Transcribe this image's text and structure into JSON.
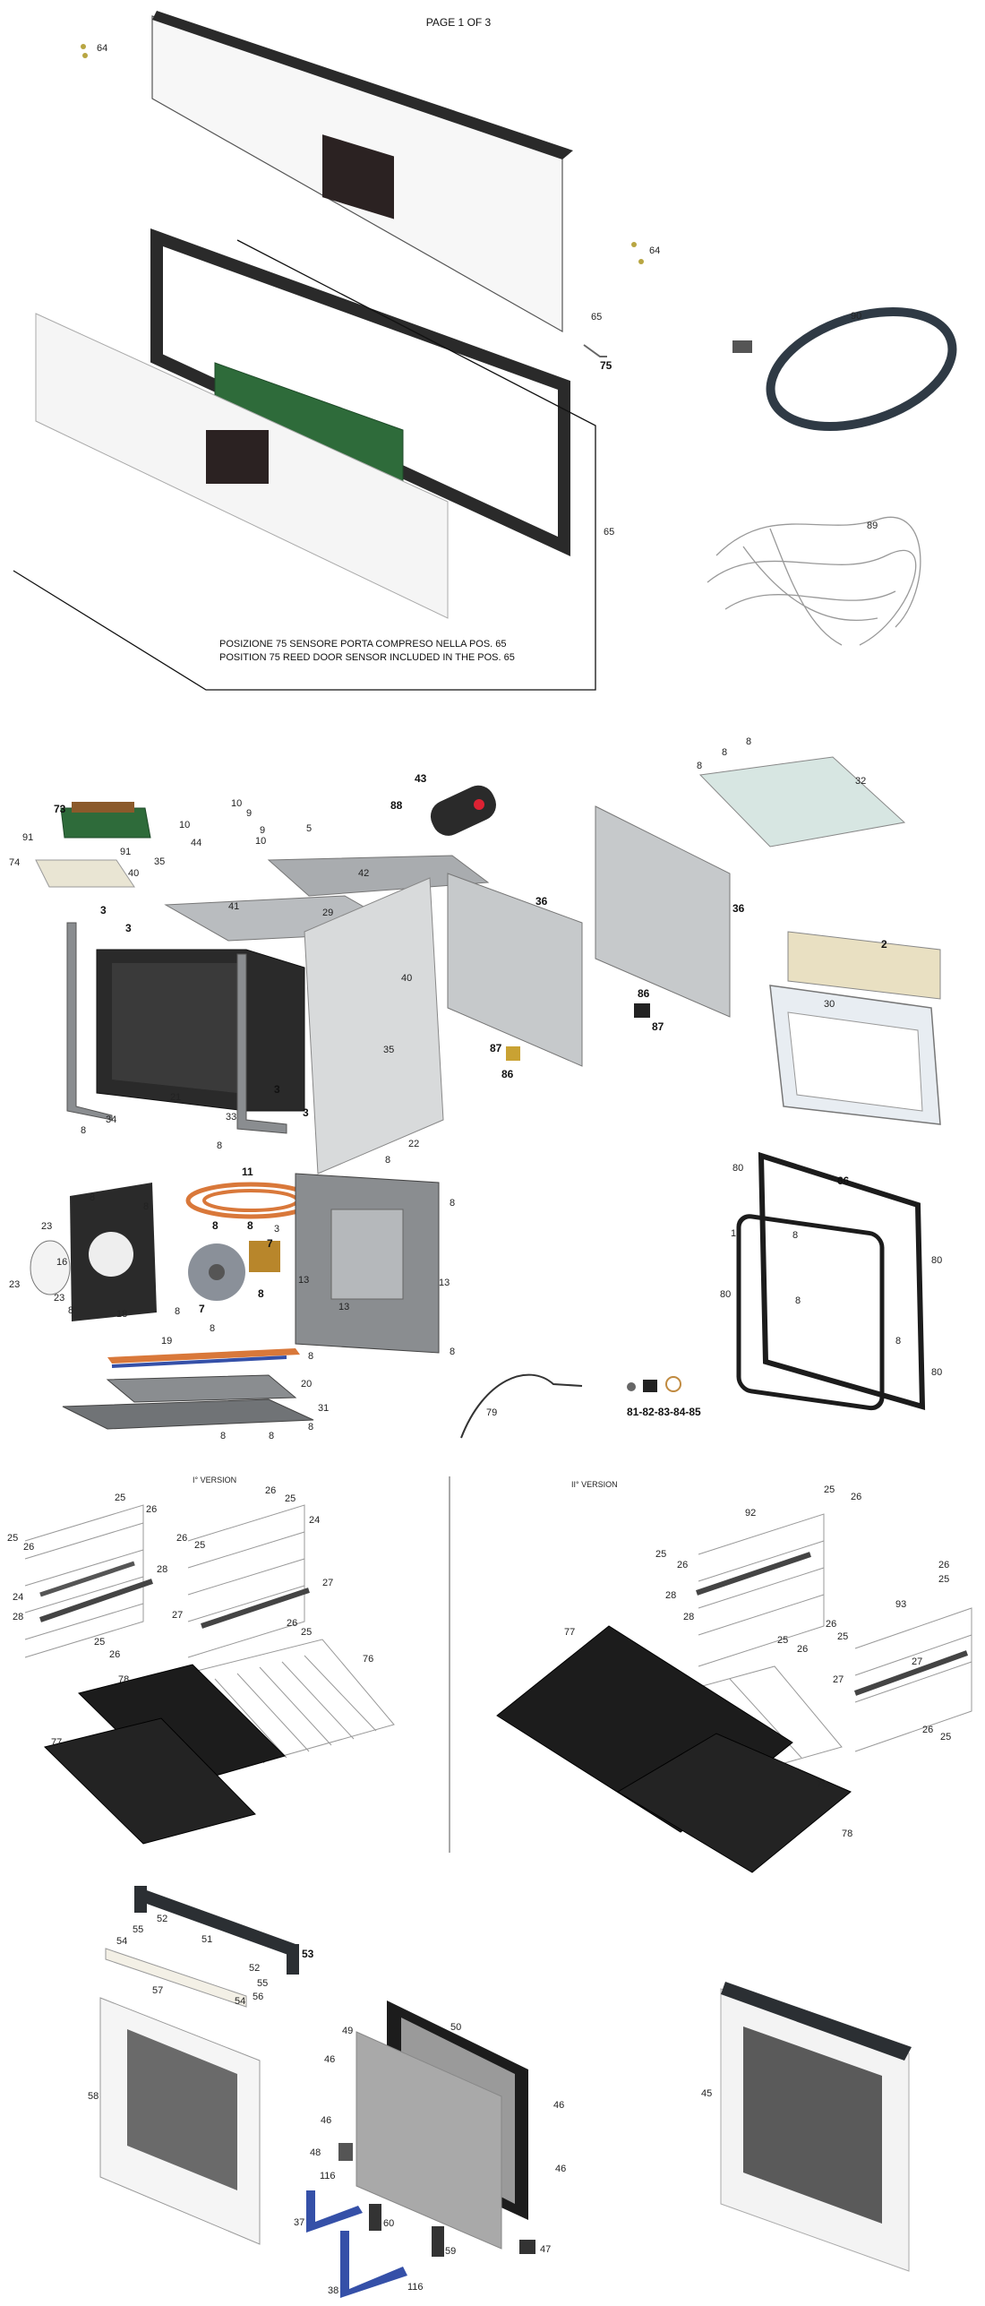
{
  "header": {
    "page_label": "PAGE 1 OF 3"
  },
  "notes": {
    "it_line": "POSIZIONE 75  SENSORE PORTA        COMPRESO  NELLA POS. 65",
    "en_line": "POSITION  75  REED DOOR SENSOR         INCLUDED IN THE POS. 65"
  },
  "versions": {
    "first": "I° VERSION",
    "second": "II° VERSION"
  },
  "parts": {
    "p1": "1",
    "p2": "2",
    "p3": "3",
    "p5": "5",
    "p7": "7",
    "p8": "8",
    "p9": "9",
    "p10": "10",
    "p11": "11",
    "p13": "13",
    "p16": "16",
    "p18": "18",
    "p19": "19",
    "p20": "20",
    "p21": "21",
    "p22": "22",
    "p23": "23",
    "p24": "24",
    "p25": "25",
    "p26": "26",
    "p27": "27",
    "p28": "28",
    "p29": "29",
    "p30": "30",
    "p31": "31",
    "p32": "32",
    "p33": "33",
    "p34": "34",
    "p35": "35",
    "p36": "36",
    "p37": "37",
    "p38": "38",
    "p40": "40",
    "p41": "41",
    "p42": "42",
    "p43": "43",
    "p44": "44",
    "p45": "45",
    "p46": "46",
    "p47": "47",
    "p48": "48",
    "p49": "49",
    "p50": "50",
    "p51": "51",
    "p52": "52",
    "p53": "53",
    "p54": "54",
    "p55": "55",
    "p56": "56",
    "p57": "57",
    "p58": "58",
    "p59": "59",
    "p60": "60",
    "p64": "64",
    "p65": "65",
    "p66": "66",
    "p73": "73",
    "p74": "74",
    "p75": "75",
    "p76": "76",
    "p77": "77",
    "p78": "78",
    "p79": "79",
    "p80": "80",
    "p81_85": "81-82-83-84-85",
    "p86": "86",
    "p87": "87",
    "p88": "88",
    "p89": "89",
    "p90": "90",
    "p91": "91",
    "p92": "92",
    "p93": "93",
    "p116": "116"
  },
  "colors": {
    "panel": "#f3f3f3",
    "dark": "#2a2a2a",
    "steel": "#b9bcbf",
    "steel_light": "#d8dadb",
    "pcb": "#2e6b3a",
    "heater": "#d9783a",
    "glass": "#a9a9a9",
    "blue": "#3550a8"
  }
}
